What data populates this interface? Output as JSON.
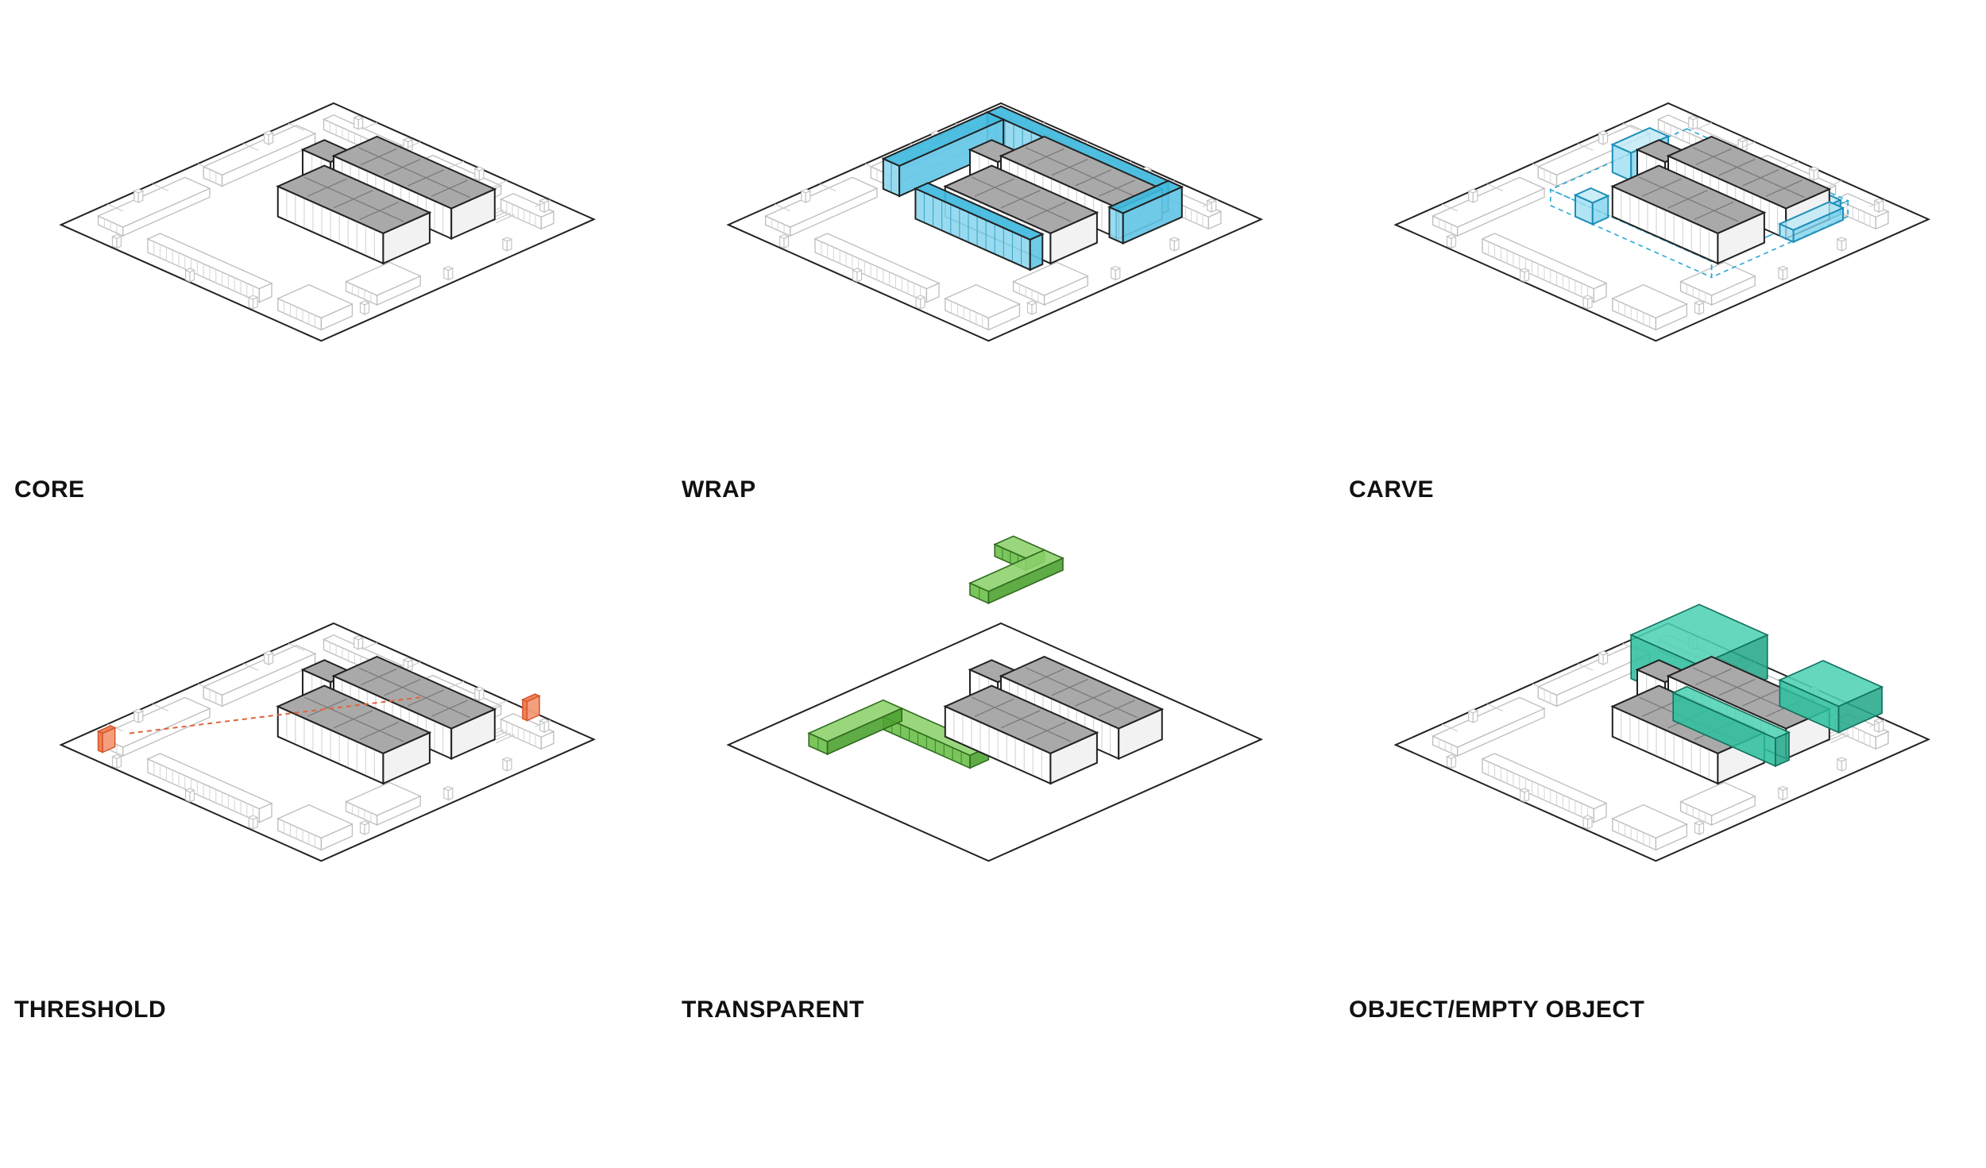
{
  "panels": [
    {
      "id": "core",
      "label": "CORE",
      "accent": null
    },
    {
      "id": "wrap",
      "label": "WRAP",
      "accent": "#3fb8de"
    },
    {
      "id": "carve",
      "label": "CARVE",
      "accent": "#3fb8de"
    },
    {
      "id": "threshold",
      "label": "THRESHOLD",
      "accent": "#f07b4f"
    },
    {
      "id": "transparent",
      "label": "TRANSPARENT",
      "accent": "#6cbf4a"
    },
    {
      "id": "object",
      "label": "OBJECT/EMPTY OBJECT",
      "accent": "#2fbf9f"
    }
  ],
  "colors": {
    "core_grey": "#a9a9a9",
    "wrap_blue": "#3fb8de",
    "carve_blue": "#8fd8ef",
    "threshold_orange": "#f07b4f",
    "transparent_green": "#6cbf4a",
    "object_teal": "#2fbf9f",
    "line": "#222222",
    "context_line": "#c8c8c8"
  }
}
